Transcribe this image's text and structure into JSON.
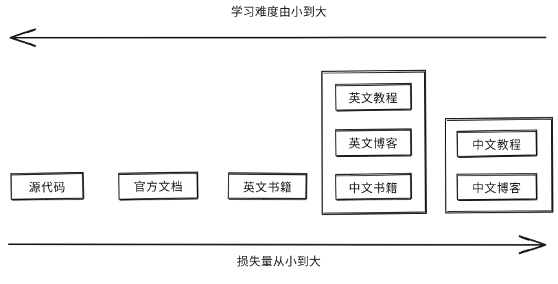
{
  "diagram": {
    "top_axis_label": "学习难度由小到大",
    "bottom_axis_label": "损失量从小到大",
    "top_arrow_direction": "left",
    "bottom_arrow_direction": "right",
    "stroke_color": "#1e1e1e",
    "background_color": "#ffffff",
    "columns": [
      {
        "id": "col-1",
        "grouped": false,
        "items": [
          {
            "label": "源代码"
          }
        ]
      },
      {
        "id": "col-2",
        "grouped": false,
        "items": [
          {
            "label": "官方文档"
          }
        ]
      },
      {
        "id": "col-3",
        "grouped": false,
        "items": [
          {
            "label": "英文书籍"
          }
        ]
      },
      {
        "id": "col-4",
        "grouped": true,
        "items": [
          {
            "label": "英文教程"
          },
          {
            "label": "英文博客"
          },
          {
            "label": "中文书籍"
          }
        ]
      },
      {
        "id": "col-5",
        "grouped": true,
        "items": [
          {
            "label": "中文教程"
          },
          {
            "label": "中文博客"
          }
        ]
      }
    ]
  }
}
